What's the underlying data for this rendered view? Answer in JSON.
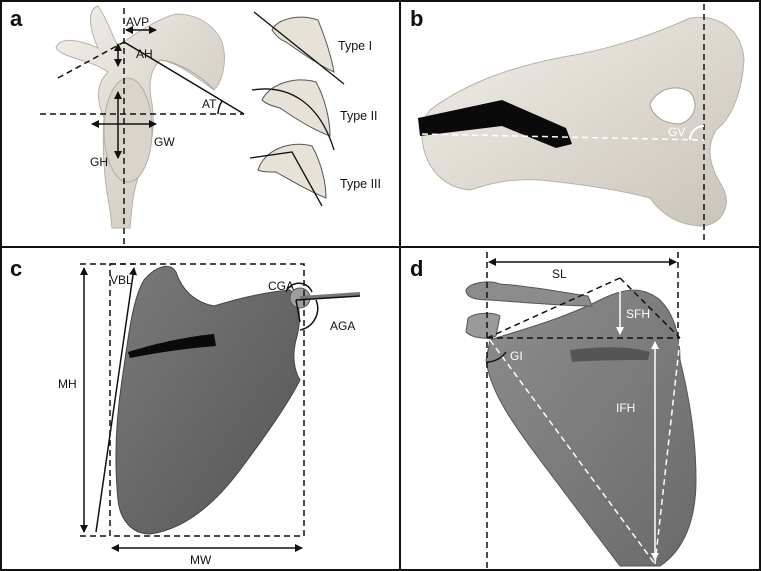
{
  "panels": {
    "a": {
      "label": "a",
      "measures": {
        "avp": "AVP",
        "ah": "AH",
        "at": "AT",
        "gw": "GW",
        "gh": "GH"
      },
      "acromion_types": [
        "Type I",
        "Type II",
        "Type III"
      ]
    },
    "b": {
      "label": "b",
      "measures": {
        "gv": "GV"
      }
    },
    "c": {
      "label": "c",
      "measures": {
        "vbl": "VBL",
        "cga": "CGA",
        "aga": "AGA",
        "mh": "MH",
        "mw": "MW"
      }
    },
    "d": {
      "label": "d",
      "measures": {
        "sl": "SL",
        "sfh": "SFH",
        "gi": "GI",
        "ifh": "IFH"
      }
    }
  },
  "colors": {
    "bone_light": "#e7e4dc",
    "bone_shade": "#bdb8ad",
    "bone_dark": "#6f6f6f",
    "bone_darker": "#5a5a5a",
    "marker_black": "#0a0a0a",
    "line": "#111111",
    "line_white": "#ffffff"
  }
}
